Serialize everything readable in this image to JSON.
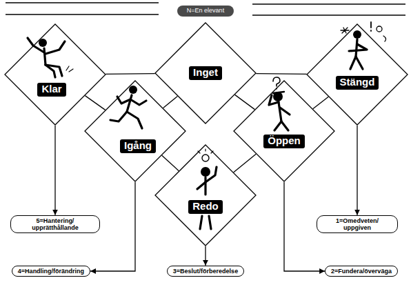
{
  "diagram": {
    "title": "N=En elevant",
    "nodes": [
      {
        "text": [
          "Klar"
        ]
      },
      {
        "text": [
          "Inget"
        ]
      },
      {
        "text": [
          "Stängd"
        ]
      },
      {
        "text": [
          "Igång"
        ]
      },
      {
        "text": [
          "Öppen"
        ]
      },
      {
        "text": [
          "Redo"
        ]
      },
      {
        "text": [
          "5=Hantering/ upprätthållande"
        ]
      },
      {
        "text": [
          "1=Omedveten/ uppgiven"
        ]
      },
      {
        "text": [
          "4=Handling/förändring"
        ]
      },
      {
        "text": [
          "3=Beslut/förberedelse"
        ]
      },
      {
        "text": [
          "2=Fundera/överväga"
        ]
      }
    ],
    "edges": [
      {
        "from": 0,
        "to": 1,
        "arrow": "none"
      },
      {
        "from": 1,
        "to": 2,
        "arrow": "none"
      },
      {
        "from": 0,
        "to": 3,
        "arrow": "none"
      },
      {
        "from": 1,
        "to": 3,
        "arrow": "none"
      },
      {
        "from": 1,
        "to": 4,
        "arrow": "none"
      },
      {
        "from": 2,
        "to": 4,
        "arrow": "none"
      },
      {
        "from": 3,
        "to": 5,
        "arrow": "none"
      },
      {
        "from": 4,
        "to": 5,
        "arrow": "none"
      },
      {
        "from": 0,
        "to": 6,
        "arrow": "to"
      },
      {
        "from": 2,
        "to": 7,
        "arrow": "to"
      },
      {
        "from": 3,
        "to": 8,
        "arrow": "to"
      },
      {
        "from": 5,
        "to": 9,
        "arrow": "to"
      },
      {
        "from": 4,
        "to": 10,
        "arrow": "to"
      }
    ]
  }
}
